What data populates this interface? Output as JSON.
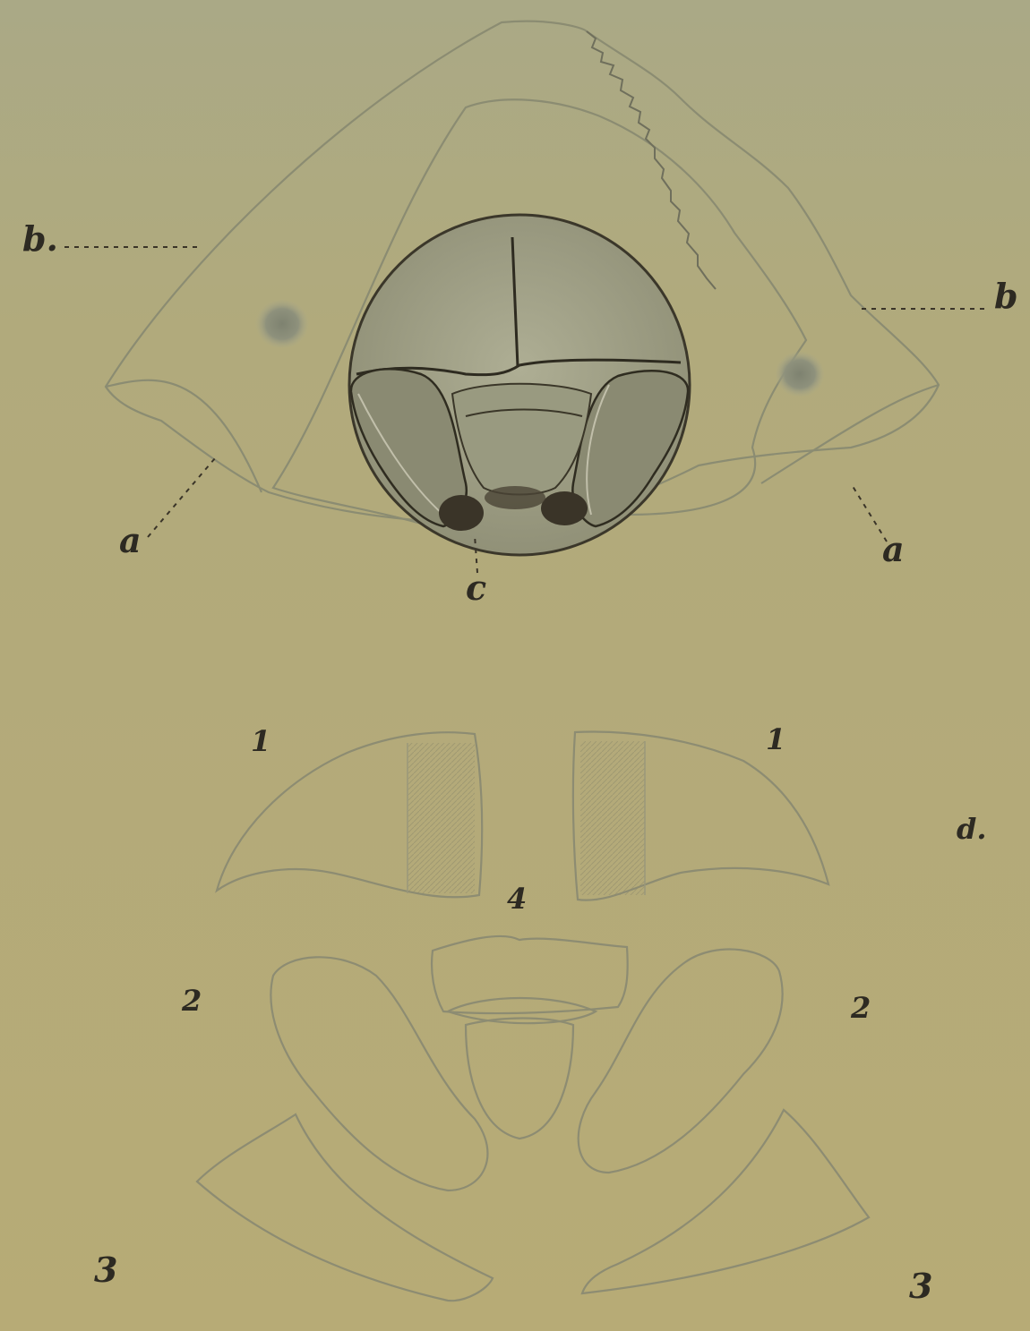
{
  "labels": {
    "b_left": "b.",
    "b_right": "b",
    "a_left": "a",
    "a_right": "a",
    "c": "c",
    "one_left": "1",
    "one_right": "1",
    "four": "4",
    "two_left": "2",
    "two_right": "2",
    "three_left": "3",
    "three_right": "3",
    "d_right": "d."
  },
  "colors": {
    "paper": "#b3a978",
    "line": "#8a8a6e",
    "ink": "#2d2a22",
    "orb_fill": "#a3a389",
    "dark": "#3a3428"
  }
}
